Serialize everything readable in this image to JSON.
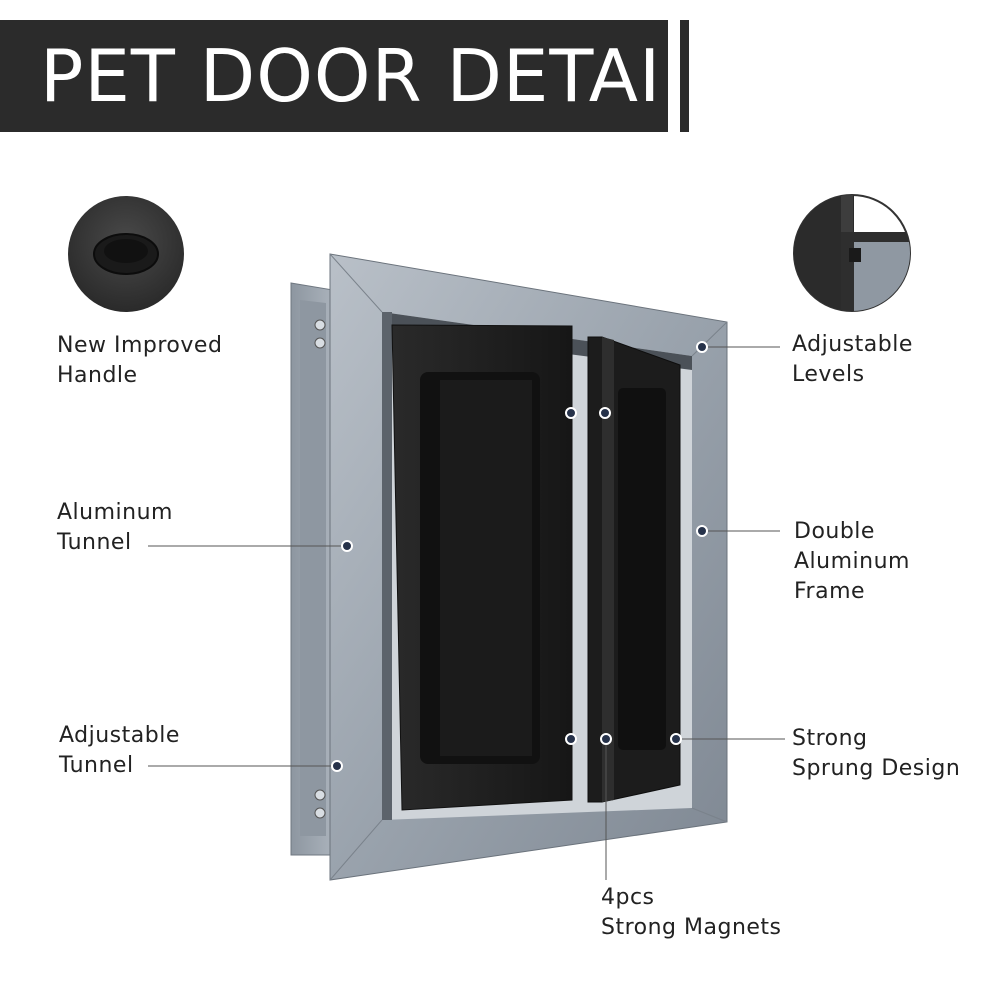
{
  "title": "PET DOOR DETAIL",
  "callouts": {
    "handle": [
      "New Improved",
      "Handle"
    ],
    "aluminum_tunnel": [
      "Aluminum",
      "Tunnel"
    ],
    "adjustable_tunnel": [
      "Adjustable",
      "Tunnel"
    ],
    "adjustable_levels": [
      "Adjustable",
      "Levels"
    ],
    "double_frame": [
      "Double",
      "Aluminum",
      "Frame"
    ],
    "sprung_design": [
      "Strong",
      "Sprung Design"
    ],
    "magnets": [
      "4pcs",
      "Strong Magnets"
    ]
  },
  "icons": [
    "handle-detail-icon",
    "level-detail-icon"
  ],
  "colors": {
    "title_bar": "#2b2b2b",
    "frame": "#9aa3ad",
    "flap": "#1e1e1e",
    "callout_dot": "#26324a"
  }
}
